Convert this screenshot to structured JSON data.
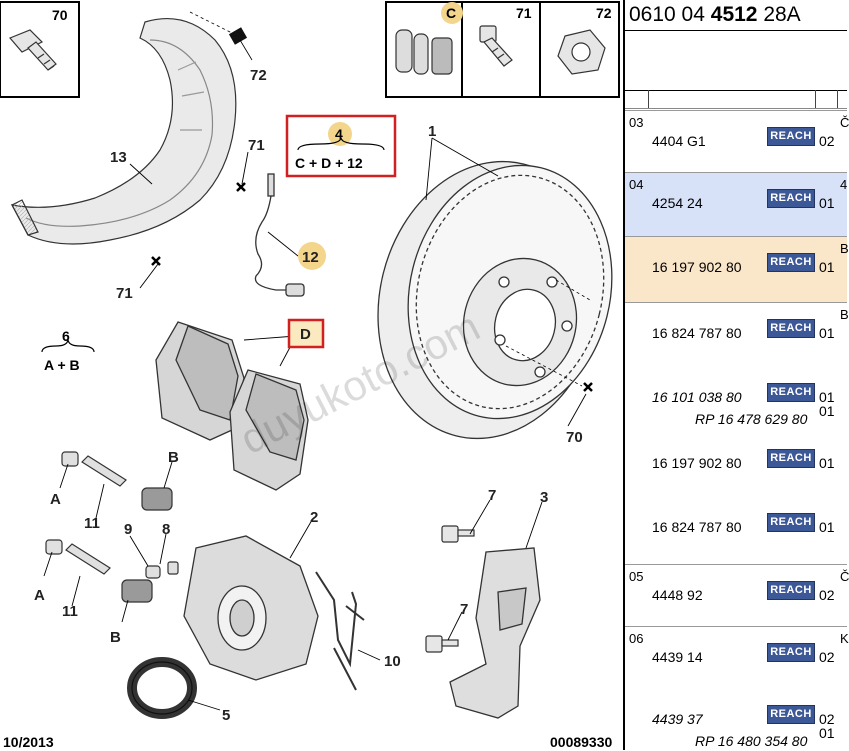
{
  "reference": {
    "prefix": "0610 04",
    "bold": "4512",
    "suffix": "28A"
  },
  "diagram": {
    "date_code": "10/2013",
    "drawing_no": "00089330",
    "watermark": "duyukoto.com",
    "inset_labels": {
      "c": "C",
      "n70": "70",
      "n71": "71",
      "n72": "72"
    },
    "kit4": {
      "num": "4",
      "formula": "C + D + 12"
    },
    "kit6": {
      "num": "6",
      "formula": "A + B"
    },
    "callouts": {
      "n1": "1",
      "n2": "2",
      "n3": "3",
      "n5": "5",
      "n7a": "7",
      "n7b": "7",
      "n8": "8",
      "n9": "9",
      "n10": "10",
      "n11a": "11",
      "n11b": "11",
      "n12": "12",
      "n13": "13",
      "n70a": "70",
      "n71a": "71",
      "n71b": "71",
      "n72a": "72",
      "d": "D",
      "a1": "A",
      "a2": "A",
      "b1": "B",
      "b2": "B"
    }
  },
  "table": {
    "badge_text": "REACH",
    "rows": [
      {
        "num": "03",
        "edge": "Č",
        "parts": [
          {
            "ref": "4404 G1",
            "qty": "02",
            "badge": true
          }
        ]
      },
      {
        "num": "04",
        "edge": "4",
        "state": "selected",
        "parts": [
          {
            "ref": "4254 24",
            "qty": "01",
            "badge": true
          }
        ]
      },
      {
        "num": "",
        "edge": "B",
        "state": "highlighted",
        "parts": [
          {
            "ref": "16 197 902 80",
            "qty": "01",
            "badge": true
          }
        ]
      },
      {
        "num": "",
        "edge": "B",
        "parts": [
          {
            "ref": "16 824 787 80",
            "qty": "01",
            "badge": true
          },
          {
            "ref": "16 101 038 80",
            "qty": "01",
            "badge": true,
            "italic": true,
            "rp": "RP 16 478 629 80",
            "rp_qty": "01"
          },
          {
            "ref": "16 197 902 80",
            "qty": "01",
            "badge": true
          },
          {
            "ref": "16 824 787 80",
            "qty": "01",
            "badge": true
          }
        ]
      },
      {
        "num": "05",
        "edge": "Č",
        "parts": [
          {
            "ref": "4448 92",
            "qty": "02",
            "badge": true
          }
        ]
      },
      {
        "num": "06",
        "edge": "K",
        "parts": [
          {
            "ref": "4439 14",
            "qty": "02",
            "badge": true
          },
          {
            "ref": "4439 37",
            "qty": "02",
            "badge": true,
            "italic": true,
            "rp": "RP 16 480 354 80",
            "rp_qty": "01"
          }
        ]
      }
    ]
  }
}
